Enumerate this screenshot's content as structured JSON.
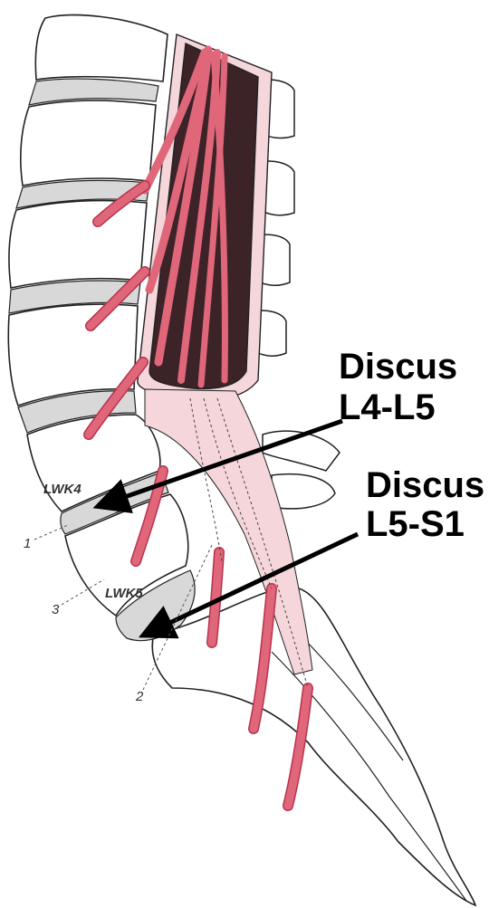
{
  "colors": {
    "bone_fill": "#ffffff",
    "bone_stroke": "#222222",
    "disc_fill": "#d8d8d8",
    "nerve": "#e0667a",
    "nerve_dark": "#b8334d",
    "dura": "#f5d6da",
    "cord": "#3b2328"
  },
  "labels": {
    "discus_l4_l5_line1": "Discus",
    "discus_l4_l5_line2": "L4-L5",
    "discus_l5_s1_line1": "Discus",
    "discus_l5_s1_line2": "L5-S1",
    "lwk4": "LWK4",
    "lwk5": "LWK5",
    "ref_1": "1",
    "ref_2": "2",
    "ref_3": "3"
  }
}
